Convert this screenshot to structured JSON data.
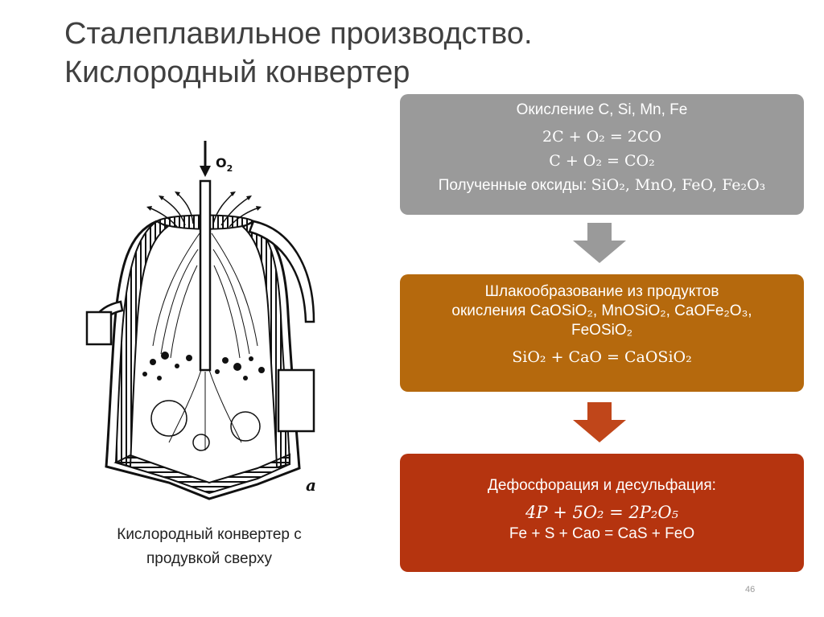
{
  "slide": {
    "title_line1": "Сталеплавильное производство.",
    "title_line2": "Кислородный конвертер",
    "page_number": "46"
  },
  "figure": {
    "o2_label": "O",
    "o2_sub": "2",
    "panel_letter": "a",
    "caption_line1": "Кислородный конвертер с",
    "caption_line2": "продувкой сверху"
  },
  "box1": {
    "heading": "Окисление C, Si, Mn, Fe",
    "eq1": "2C + O₂ = 2CO",
    "eq2": "C + O₂ = CO₂",
    "oxides_label": "Полученные оксиды: ",
    "oxides_formula": "SiO₂, MnO, FeO, Fe₂O₃",
    "color": "#9a9a9a"
  },
  "box2": {
    "line1": "Шлакообразование из продуктов",
    "line2": "окисления CaOSiO₂, MnOSiO₂, CaOFe₂O₃,",
    "line3": "FeOSiO₂",
    "eq": "SiO₂ + CaO = CaOSiO₂",
    "color": "#b5690d"
  },
  "box3": {
    "heading": "Дефосфорация и десульфация:",
    "eq1": "4P + 5O₂ = 2P₂O₅",
    "eq2": "Fe + S + Cao = CaS + FeO",
    "color": "#b5340f"
  },
  "arrows": {
    "arrow1_color": "#9a9a9a",
    "arrow2_color": "#c0461a"
  }
}
